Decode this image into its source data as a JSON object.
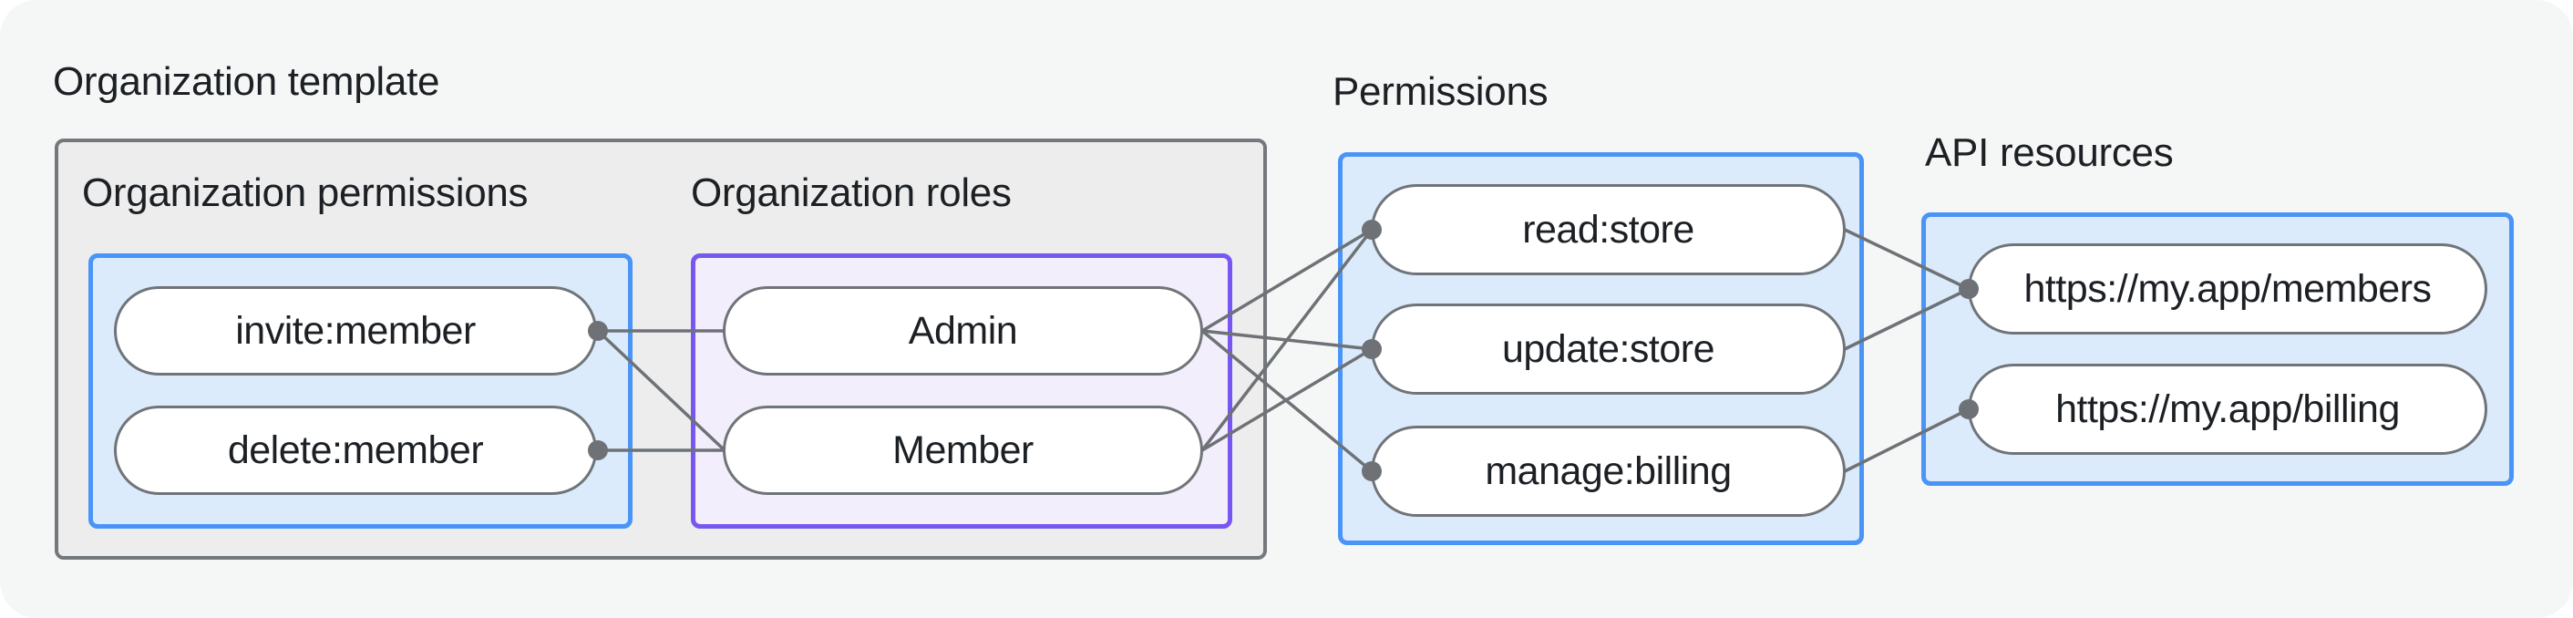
{
  "labels": {
    "organization_template": "Organization template",
    "organization_permissions": "Organization permissions",
    "organization_roles": "Organization roles",
    "permissions": "Permissions",
    "api_resources": "API resources"
  },
  "nodes": {
    "invite_member": {
      "label": "invite:member",
      "group": "organization_permissions"
    },
    "delete_member": {
      "label": "delete:member",
      "group": "organization_permissions"
    },
    "admin": {
      "label": "Admin",
      "group": "organization_roles"
    },
    "member": {
      "label": "Member",
      "group": "organization_roles"
    },
    "read_store": {
      "label": "read:store",
      "group": "permissions"
    },
    "update_store": {
      "label": "update:store",
      "group": "permissions"
    },
    "manage_billing": {
      "label": "manage:billing",
      "group": "permissions"
    },
    "api_members": {
      "label": "https://my.app/members",
      "group": "api_resources"
    },
    "api_billing": {
      "label": "https://my.app/billing",
      "group": "api_resources"
    }
  },
  "edges": [
    {
      "from": "invite_member",
      "to": "admin"
    },
    {
      "from": "invite_member",
      "to": "member"
    },
    {
      "from": "delete_member",
      "to": "member"
    },
    {
      "from": "admin",
      "to": "read_store"
    },
    {
      "from": "admin",
      "to": "update_store"
    },
    {
      "from": "admin",
      "to": "manage_billing"
    },
    {
      "from": "member",
      "to": "read_store"
    },
    {
      "from": "member",
      "to": "update_store"
    },
    {
      "from": "read_store",
      "to": "api_members"
    },
    {
      "from": "update_store",
      "to": "api_members"
    },
    {
      "from": "manage_billing",
      "to": "api_billing"
    }
  ],
  "colors": {
    "background": "#f5f7f6",
    "text": "#1c2024",
    "connector_line": "#6e7276",
    "gray_box_fill": "#ecedec",
    "gray_box_border": "#74787c",
    "blue_box_border": "#4a94f8",
    "blue_box_fill": "#dcebfb",
    "purple_box_border": "#7857f0",
    "purple_box_fill": "#f3eefc",
    "pill_border": "#6f7478"
  }
}
